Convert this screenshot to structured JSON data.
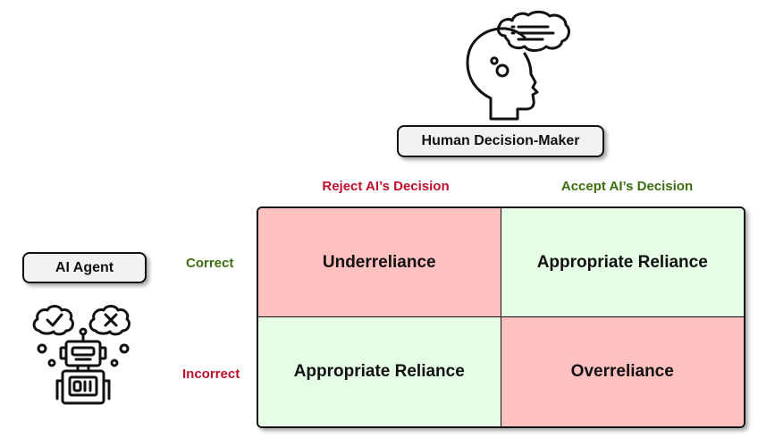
{
  "human_label": "Human Decision-Maker",
  "agent_label": "AI Agent",
  "columns": [
    {
      "label": "Reject AI’s Decision",
      "color": "#c0102c"
    },
    {
      "label": "Accept AI’s Decision",
      "color": "#3b6d11"
    }
  ],
  "rows": [
    {
      "label": "Correct",
      "color": "#3b6d11"
    },
    {
      "label": "Incorrect",
      "color": "#c0102c"
    }
  ],
  "cells": {
    "correct_reject": {
      "label": "Underreliance",
      "fill": "#ffc0c0"
    },
    "correct_accept": {
      "label": "Appropriate Reliance",
      "fill": "#e6fde6"
    },
    "incorrect_reject": {
      "label": "Appropriate Reliance",
      "fill": "#e6fde6"
    },
    "incorrect_accept": {
      "label": "Overreliance",
      "fill": "#ffc0c0"
    }
  },
  "icons": {
    "human": "human-head-thinking-icon",
    "agent": "robot-thinking-icon"
  }
}
